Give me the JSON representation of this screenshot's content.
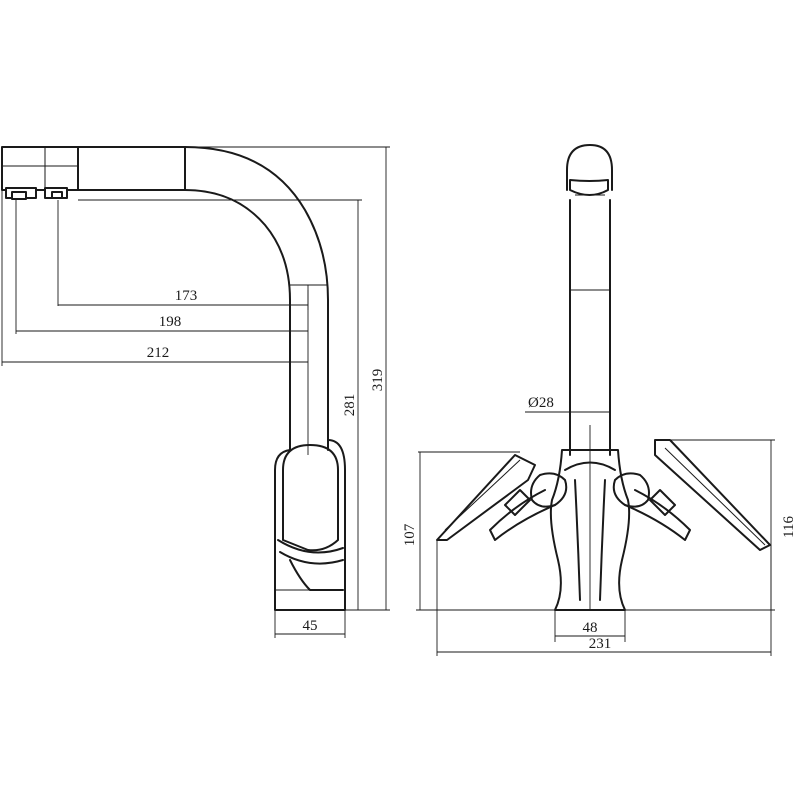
{
  "side_view": {
    "dimensions": {
      "reach_173": "173",
      "reach_198": "198",
      "reach_212": "212",
      "height_281": "281",
      "height_319": "319",
      "base_45": "45"
    }
  },
  "front_view": {
    "dimensions": {
      "spout_diameter": "Ø28",
      "height_107": "107",
      "height_116": "116",
      "base_48": "48",
      "width_231": "231"
    }
  }
}
